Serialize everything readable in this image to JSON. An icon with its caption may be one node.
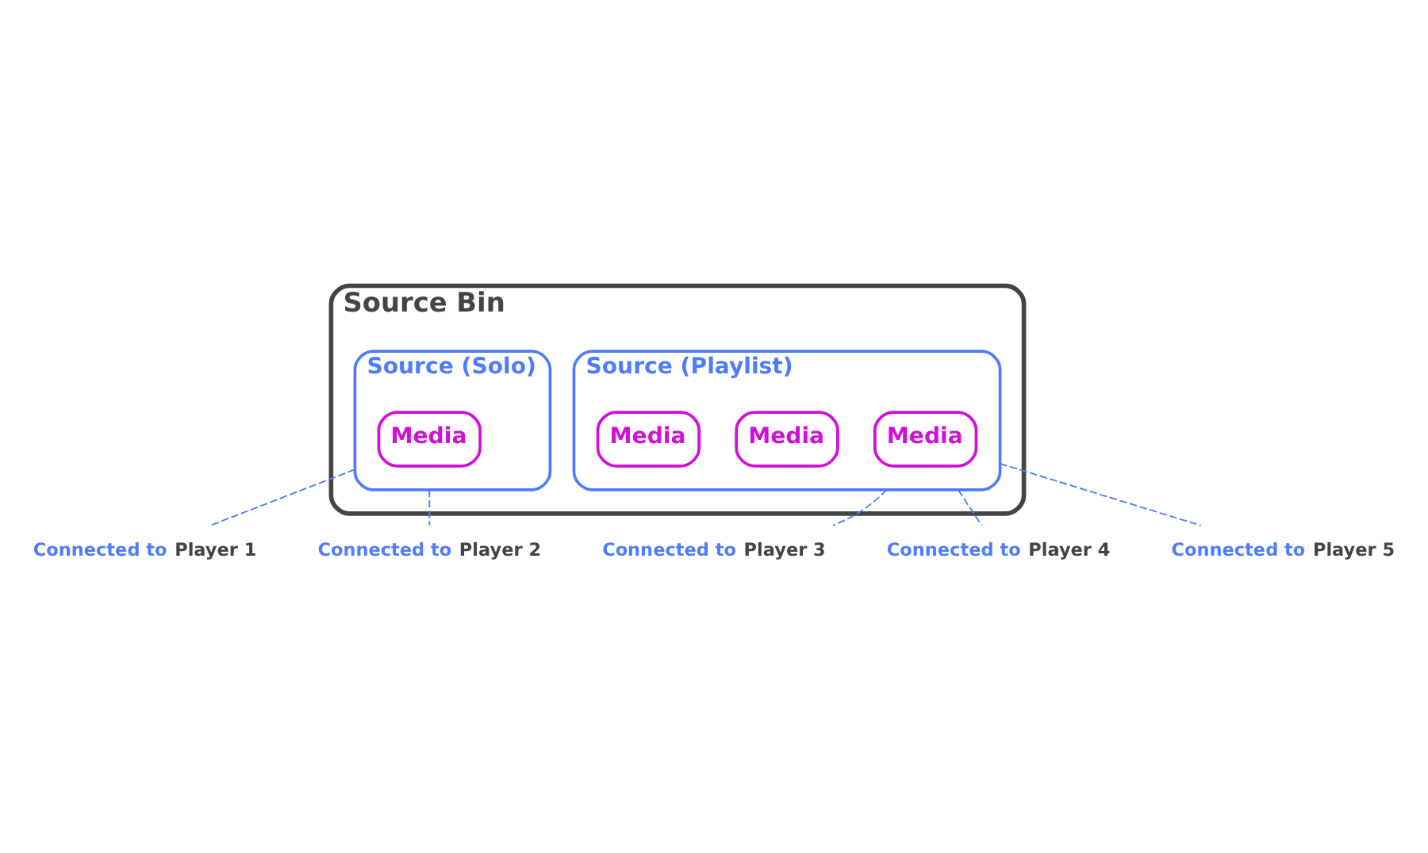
{
  "diagram": {
    "nodes": [
      {
        "text": [
          "Source Bin"
        ]
      },
      {
        "text": [
          "Source (Solo)"
        ],
        "in": 0
      },
      {
        "text": [
          "Media"
        ],
        "in": 1
      },
      {
        "text": [
          "Source (Playlist)"
        ],
        "in": 0
      },
      {
        "text": [
          "Media"
        ],
        "in": 3
      },
      {
        "text": [
          "Media"
        ],
        "in": 3
      },
      {
        "text": [
          "Media"
        ],
        "in": 3
      },
      {
        "text": [
          "Connected to",
          "Player 1"
        ]
      },
      {
        "text": [
          "Connected to",
          "Player 2"
        ]
      },
      {
        "text": [
          "Connected to",
          "Player 3"
        ]
      },
      {
        "text": [
          "Connected to",
          "Player 4"
        ]
      },
      {
        "text": [
          "Connected to",
          "Player 5"
        ]
      }
    ],
    "edges": [
      {
        "from": 1,
        "to": 7,
        "arrow": "none",
        "style": "dashed"
      },
      {
        "from": 1,
        "to": 8,
        "arrow": "none",
        "style": "dashed"
      },
      {
        "from": 3,
        "to": 9,
        "arrow": "none",
        "style": "dashed"
      },
      {
        "from": 3,
        "to": 10,
        "arrow": "none",
        "style": "dashed"
      },
      {
        "from": 3,
        "to": 11,
        "arrow": "none",
        "style": "dashed"
      }
    ]
  }
}
